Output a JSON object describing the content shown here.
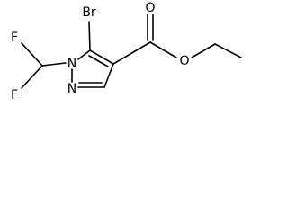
{
  "molecule": {
    "atoms": {
      "bromine": "Br",
      "fluorine_upper": "F",
      "fluorine_lower": "F",
      "nitrogen_1": "N",
      "nitrogen_2": "N",
      "carbonyl_oxygen": "O",
      "ester_oxygen": "O"
    }
  }
}
